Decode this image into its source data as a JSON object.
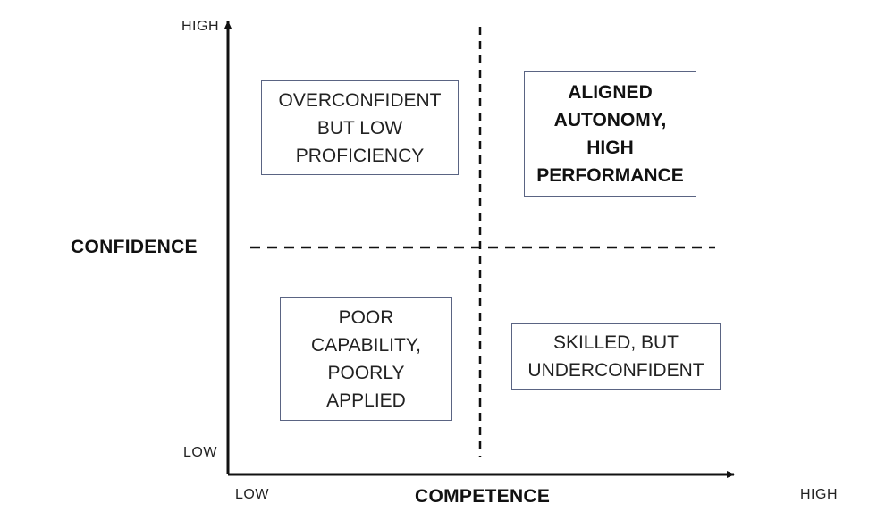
{
  "axes": {
    "y": {
      "title": "CONFIDENCE",
      "high_label": "HIGH",
      "low_label": "LOW"
    },
    "x": {
      "title": "COMPETENCE",
      "low_label": "LOW",
      "high_label": "HIGH"
    }
  },
  "quadrants": {
    "top_left": {
      "lines": [
        "OVERCONFIDENT",
        "BUT LOW",
        "PROFICIENCY"
      ]
    },
    "top_right": {
      "lines": [
        "ALIGNED",
        "AUTONOMY,",
        "HIGH",
        "PERFORMANCE"
      ]
    },
    "bottom_left": {
      "lines": [
        "POOR",
        "CAPABILITY,",
        "POORLY",
        "APPLIED"
      ]
    },
    "bottom_right": {
      "lines": [
        "SKILLED, BUT",
        "UNDERCONFIDENT"
      ]
    }
  },
  "colors": {
    "axis": "#111111",
    "box_border": "#5a6483",
    "text": "#222222"
  }
}
